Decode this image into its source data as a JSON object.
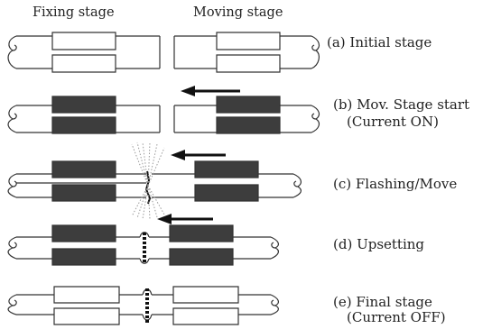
{
  "headers": {
    "fixing": "Fixing stage",
    "moving": "Moving stage"
  },
  "steps": [
    {
      "line1": "(a) Initial stage",
      "line2": ""
    },
    {
      "line1": "(b) Mov. Stage start",
      "line2": "(Current ON)"
    },
    {
      "line1": "(c) Flashing/Move",
      "line2": ""
    },
    {
      "line1": "(d) Upsetting",
      "line2": ""
    },
    {
      "line1": "(e) Final stage",
      "line2": "(Current OFF)"
    }
  ],
  "colors": {
    "clamp_active": "#3d3d3d",
    "clamp_idle": "#ffffff",
    "outline": "#333333",
    "arrow": "#111111",
    "spark": "#888888"
  }
}
